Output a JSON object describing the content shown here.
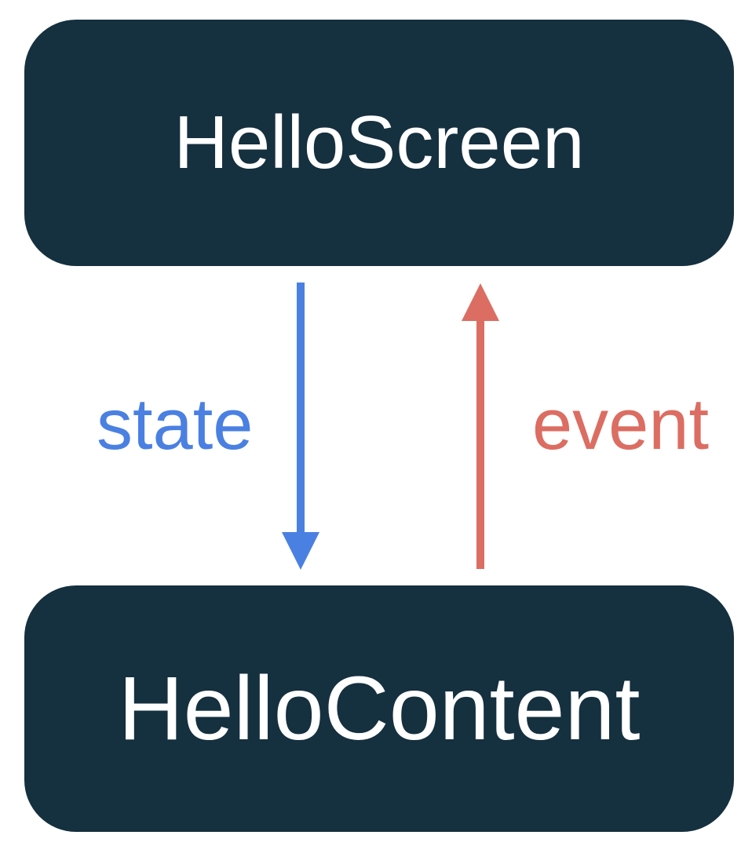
{
  "diagram": {
    "top_box": {
      "label": "HelloScreen"
    },
    "bottom_box": {
      "label": "HelloContent"
    },
    "edges": {
      "state_label": "state",
      "event_label": "event"
    },
    "colors": {
      "page_background": "#FFFFFF",
      "box_background": "#15303F",
      "box_text": "#FFFFFF",
      "state_arrow": "#4A80E2",
      "event_arrow": "#DC6D62"
    }
  }
}
